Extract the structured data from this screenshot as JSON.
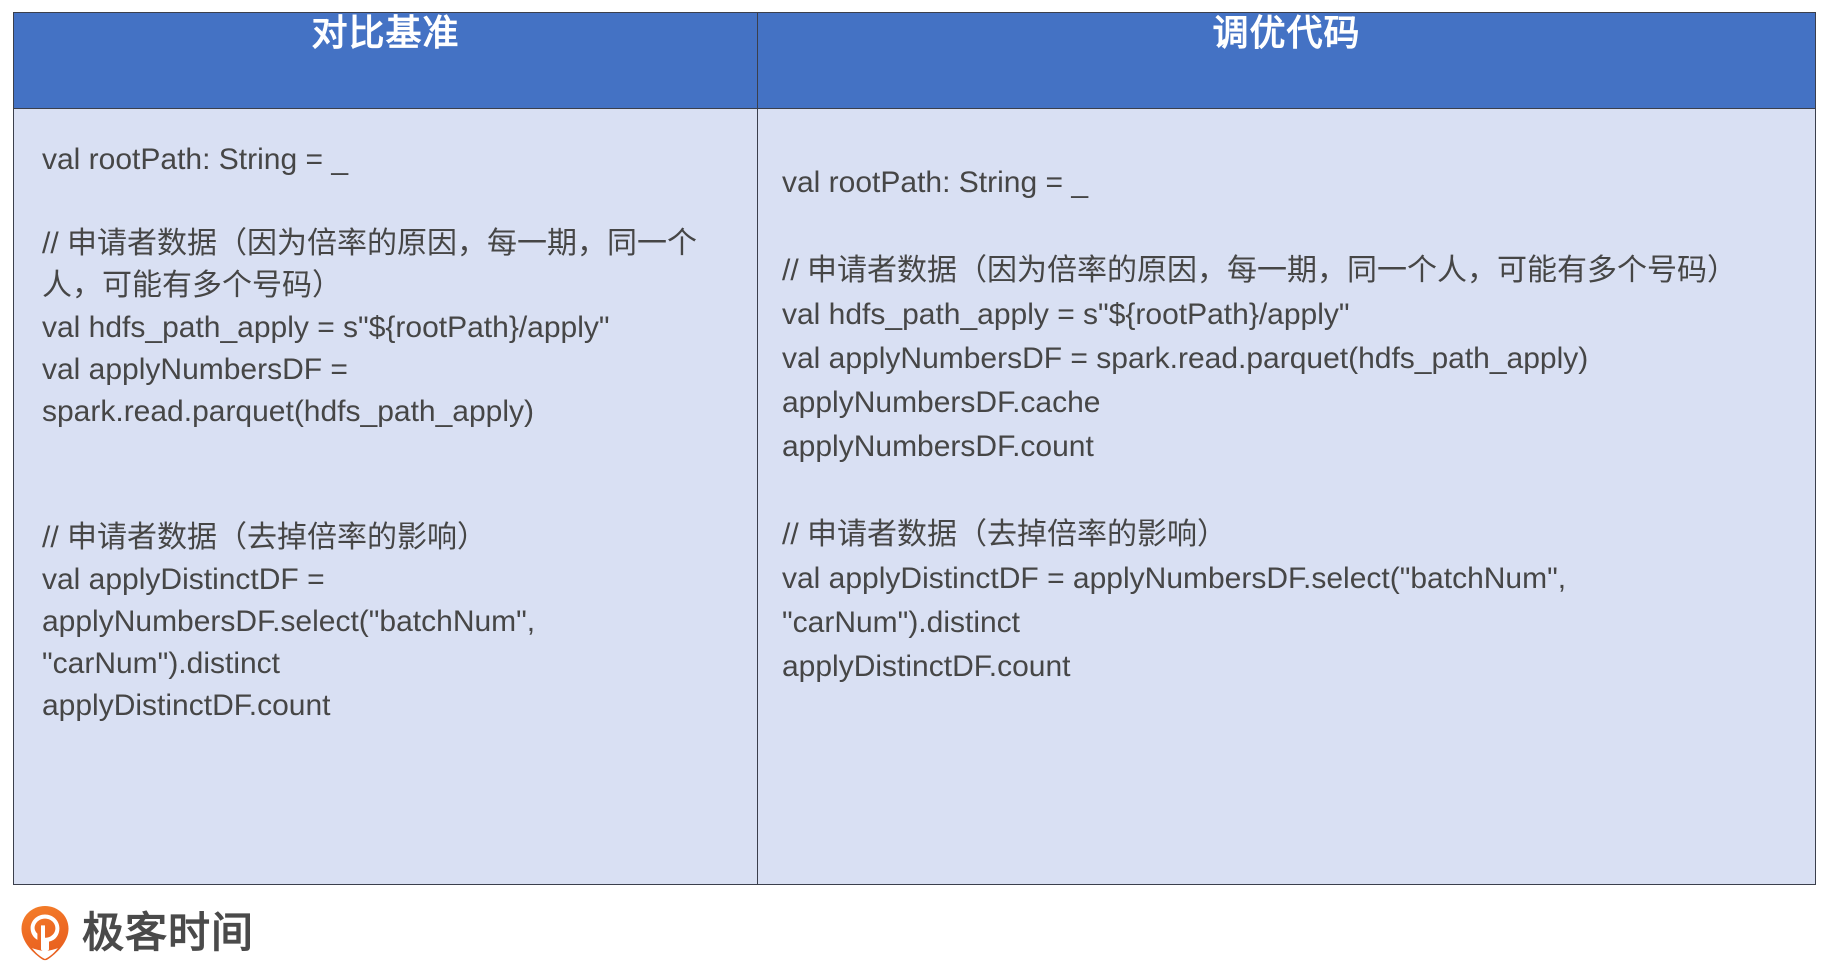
{
  "table": {
    "columns": [
      {
        "header": "对比基准"
      },
      {
        "header": "调优代码"
      }
    ],
    "rows": [
      {
        "baseline_code": "val rootPath: String = _\n\n// 申请者数据（因为倍率的原因，每一期，同一个人，可能有多个号码）\nval hdfs_path_apply = s\"${rootPath}/apply\"\nval applyNumbersDF = spark.read.parquet(hdfs_path_apply)\n\n\n// 申请者数据（去掉倍率的影响）\nval applyDistinctDF = applyNumbersDF.select(\"batchNum\", \"carNum\").distinct\napplyDistinctDF.count",
        "tuned_code": "val rootPath: String = _\n\n// 申请者数据（因为倍率的原因，每一期，同一个人，可能有多个号码）\nval hdfs_path_apply = s\"${rootPath}/apply\"\nval applyNumbersDF = spark.read.parquet(hdfs_path_apply)\napplyNumbersDF.cache\napplyNumbersDF.count\n\n// 申请者数据（去掉倍率的影响）\nval applyDistinctDF = applyNumbersDF.select(\"batchNum\", \"carNum\").distinct\napplyDistinctDF.count"
      }
    ]
  },
  "brand": {
    "name": "极客时间",
    "logo_icon": "geektime-pin-icon"
  },
  "colors": {
    "header_blue": "#4472C4",
    "cell_background": "#D9E0F3",
    "border": "#3B3F4C",
    "code_text": "#464646",
    "header_text": "#FFFFFF",
    "brand_orange": "#F06E28",
    "brand_text": "#4A4A4A"
  }
}
